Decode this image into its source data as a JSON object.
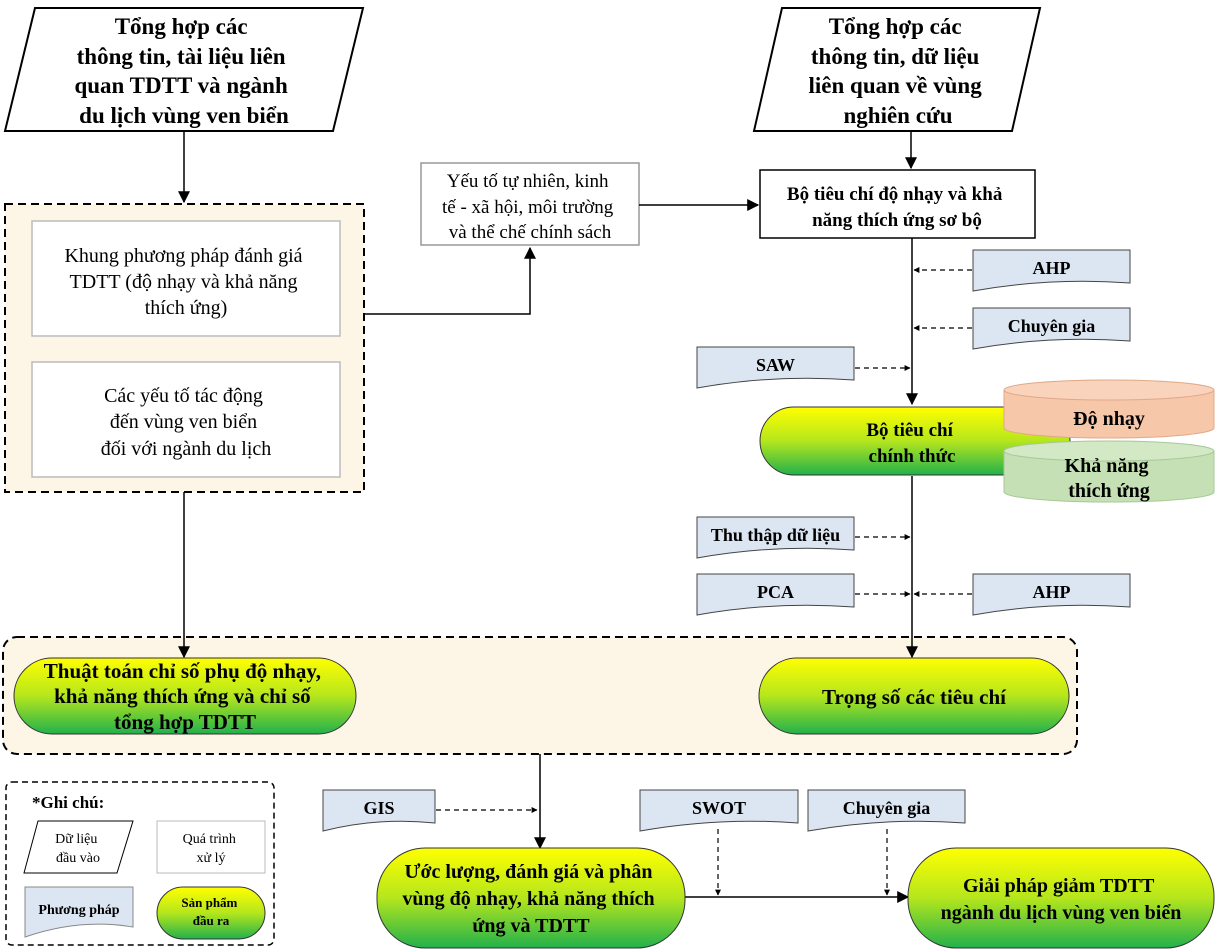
{
  "colors": {
    "method_fill": "#dce6f2",
    "group_fill": "#fdf5e6",
    "product_top": "#ffff00",
    "product_bottom": "#22b14c",
    "sensitivity": "#f7c7aa",
    "adaptive": "#c5e0b4"
  },
  "inputs": {
    "left": [
      "Tổng hợp các",
      "thông tin, tài liệu liên",
      "quan TDTT và ngành",
      "du lịch vùng ven biển"
    ],
    "right": [
      "Tổng hợp các",
      "thông tin, dữ liệu",
      "liên quan về vùng",
      "nghiên cứu"
    ]
  },
  "processes": {
    "framework": [
      "Khung phương pháp đánh giá",
      "TDTT (độ nhạy và khả năng",
      "thích ứng)"
    ],
    "impact": [
      "Các yếu tố tác động",
      "đến vùng ven biển",
      "đối với ngành du lịch"
    ],
    "factors": [
      "Yếu tố tự nhiên, kinh",
      "tế - xã hội, môi trường",
      "và thể chế chính sách"
    ],
    "prelim": [
      "Bộ tiêu chí độ nhạy và khả",
      "năng thích ứng sơ bộ"
    ]
  },
  "methods": {
    "ahp1": "AHP",
    "expert1": "Chuyên gia",
    "saw": "SAW",
    "data": "Thu thập dữ liệu",
    "pca": "PCA",
    "ahp2": "AHP",
    "gis": "GIS",
    "swot": "SWOT",
    "expert2": "Chuyên gia"
  },
  "products": {
    "official": [
      "Bộ tiêu chí",
      "chính thức"
    ],
    "algorithm": [
      "Thuật toán chỉ số phụ độ nhạy,",
      "khả năng thích ứng và chỉ số",
      "tổng hợp TDTT"
    ],
    "weights": [
      "Trọng số các tiêu chí"
    ],
    "estimate": [
      "Ước lượng, đánh giá và phân",
      "vùng độ nhạy, khả năng thích",
      "ứng và TDTT"
    ],
    "solution": [
      "Giải pháp giảm TDTT",
      "ngành du lịch vùng ven biển"
    ]
  },
  "cylinders": {
    "sensitivity": [
      "Độ nhạy"
    ],
    "adaptive": [
      "Khả năng",
      "thích ứng"
    ]
  },
  "legend": {
    "title": "*Ghi chú:",
    "input": [
      "Dữ liệu",
      "đầu vào"
    ],
    "process": [
      "Quá trình",
      "xử lý"
    ],
    "method": [
      "Phương pháp"
    ],
    "product": [
      "Sản phẩm",
      "đầu ra"
    ]
  }
}
